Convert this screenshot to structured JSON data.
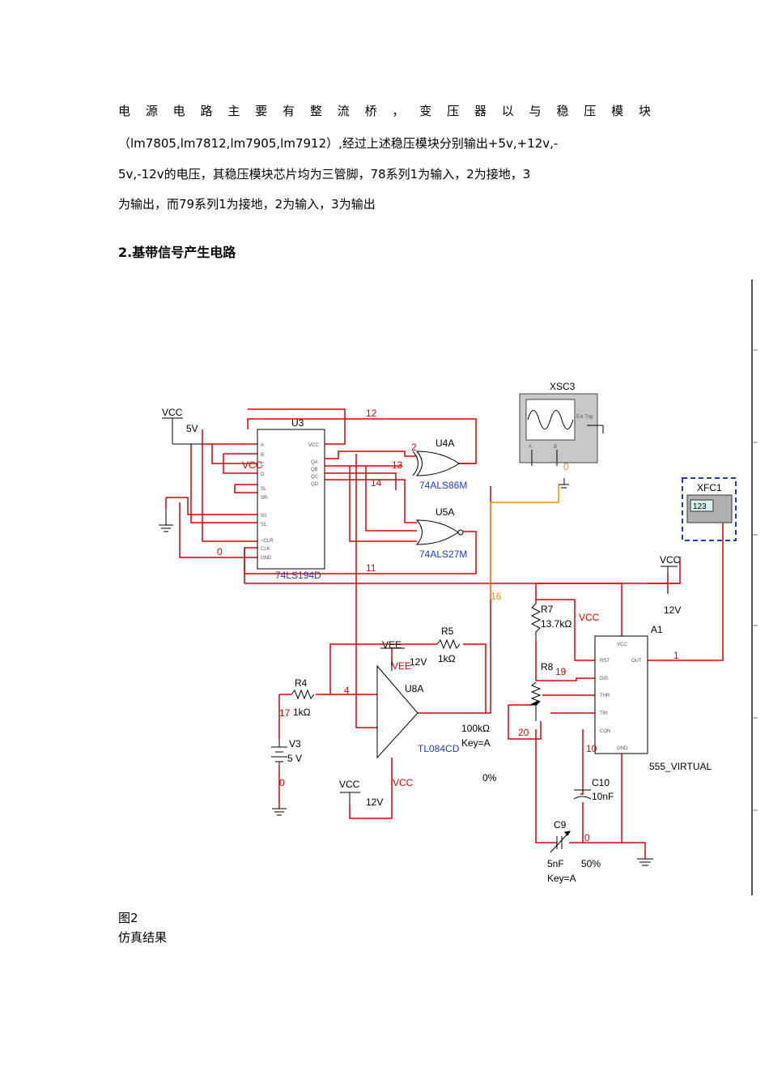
{
  "text": {
    "line1": "电 源 电 路 主 要 有 整 流 桥 ， 变 压 器 以 与 稳 压 模 块",
    "line2": "（lm7805,lm7812,lm7905,lm7912）,经过上述稳压模块分别输出+5v,+12v,-",
    "line3": "5v,-12v的电压，其稳压模块芯片均为三管脚，78系列1为输入，2为接地，3",
    "line4": "为输出，而79系列1为接地，2为输入，3为输出",
    "heading": "2.基带信号产生电路",
    "caption_fig": "图2",
    "caption_result": "仿真结果"
  },
  "schematic": {
    "components": {
      "vcc_left": "VCC",
      "v5": "5V",
      "u3": "U3",
      "u3_part": "74LS194D",
      "u4": "U4A",
      "u4_part": "74ALS86M",
      "u5": "U5A",
      "u5_part": "74ALS27M",
      "xsc": "XSC3",
      "xfc": "XFC1",
      "xfc_display": "123",
      "vcc_right": "VCC",
      "v12_right": "12V",
      "r7": "R7",
      "r7_val": "13.7kΩ",
      "r7_vcc": "VCC",
      "a1": "A1",
      "a1_part": "555_VIRTUAL",
      "r8": "R8",
      "r8_pct": "0%",
      "r5": "R5",
      "r5_val": "1kΩ",
      "r4": "R4",
      "r4_val": "1kΩ",
      "vee": "VEE",
      "vee_val": "-12V",
      "vee_red": "VEE",
      "u8": "U8A",
      "u8_part": "TL084CD",
      "pot_val": "100kΩ",
      "pot_key": "Key=A",
      "v3": "V3",
      "v3_val": "5 V",
      "vcc_bottom": "VCC",
      "v12_bottom": "12V",
      "vcc_bottom_red": "VCC",
      "c10": "C10",
      "c10_val": "10nF",
      "c9": "C9",
      "c9_val": "5nF",
      "c9_pct": "50%",
      "c9_key": "Key=A",
      "vcc_u3": "VCC"
    },
    "nets": [
      "12",
      "2",
      "13",
      "14",
      "0",
      "11",
      "16",
      "4",
      "17",
      "0",
      "19",
      "20",
      "10",
      "0",
      "1",
      "0"
    ],
    "pin_labels": {
      "u3_left": [
        "A",
        "B",
        "C",
        "D",
        "SL",
        "SR",
        "S0",
        "S1",
        "~CLR",
        "CLK",
        "GND"
      ],
      "u3_right": [
        "VCC",
        "QA",
        "QB",
        "QC",
        "QD"
      ],
      "a1_left": [
        "RST",
        "DIS",
        "THR",
        "TRI",
        "CON"
      ],
      "a1_right": [
        "OUT"
      ],
      "a1_top": "VCC",
      "a1_bottom": "GND",
      "xsc_pins": [
        "A",
        "B"
      ],
      "xsc_trig": "Ext Trig"
    }
  },
  "colors": {
    "wire": "#e00000",
    "net_orange": "#ff8c00",
    "frame_blue": "#1f3fb5"
  }
}
